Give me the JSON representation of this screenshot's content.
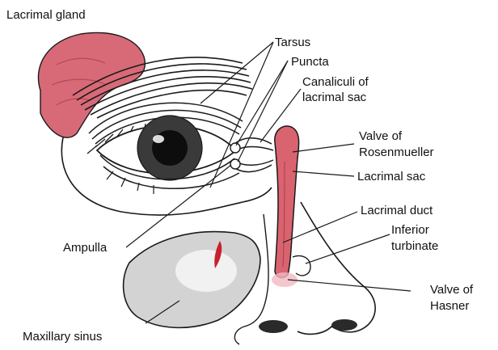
{
  "colors": {
    "gland_fill": "#d86a78",
    "gland_light": "#e9a0a9",
    "duct_fill": "#d9636f",
    "sinus_fill": "#d3d3d3",
    "line": "#1a1a1a",
    "text": "#111111"
  },
  "labels": {
    "lacrimal_gland": "Lacrimal gland",
    "tarsus": "Tarsus",
    "puncta": "Puncta",
    "canaliculi_line1": "Canaliculi of",
    "canaliculi_line2": "lacrimal sac",
    "valve_rosenmueller_line1": "Valve of",
    "valve_rosenmueller_line2": "Rosenmueller",
    "lacrimal_sac": "Lacrimal sac",
    "lacrimal_duct": "Lacrimal duct",
    "inferior_turbinate_line1": "Inferior",
    "inferior_turbinate_line2": "turbinate",
    "valve_hasner_line1": "Valve of",
    "valve_hasner_line2": "Hasner",
    "ampulla": "Ampulla",
    "maxillary_sinus": "Maxillary sinus"
  }
}
